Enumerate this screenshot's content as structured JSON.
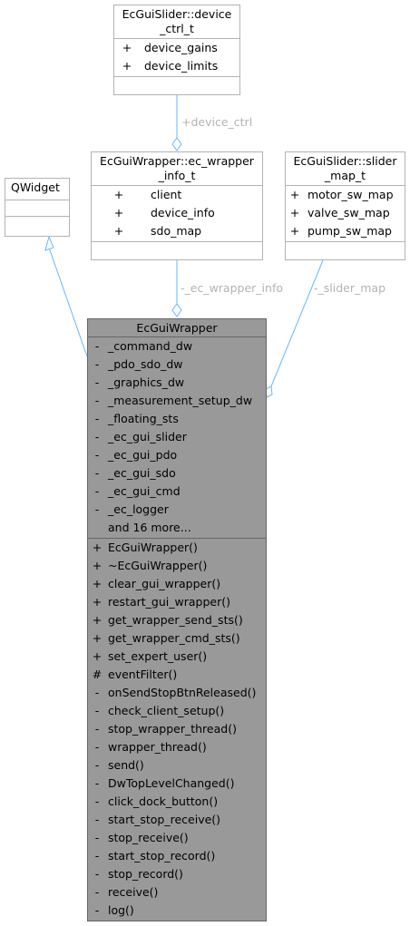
{
  "classes": {
    "device_ctrl": {
      "title_lines": [
        "EcGuiSlider::device",
        "_ctrl_t"
      ],
      "attributes": [
        {
          "vis": "+",
          "name": "device_gains"
        },
        {
          "vis": "+",
          "name": "device_limits"
        }
      ]
    },
    "wrapper_info": {
      "title_lines": [
        "EcGuiWrapper::ec_wrapper",
        "_info_t"
      ],
      "attributes": [
        {
          "vis": "+",
          "name": "client"
        },
        {
          "vis": "+",
          "name": "device_info"
        },
        {
          "vis": "+",
          "name": "sdo_map"
        }
      ]
    },
    "slider_map": {
      "title_lines": [
        "EcGuiSlider::slider",
        "_map_t"
      ],
      "attributes": [
        {
          "vis": "+",
          "name": "motor_sw_map"
        },
        {
          "vis": "+",
          "name": "valve_sw_map"
        },
        {
          "vis": "+",
          "name": "pump_sw_map"
        }
      ]
    },
    "qwidget": {
      "title": "QWidget"
    },
    "main": {
      "title": "EcGuiWrapper",
      "attributes": [
        {
          "vis": "-",
          "name": "_command_dw"
        },
        {
          "vis": "-",
          "name": "_pdo_sdo_dw"
        },
        {
          "vis": "-",
          "name": "_graphics_dw"
        },
        {
          "vis": "-",
          "name": "_measurement_setup_dw"
        },
        {
          "vis": "-",
          "name": "_floating_sts"
        },
        {
          "vis": "-",
          "name": "_ec_gui_slider"
        },
        {
          "vis": "-",
          "name": "_ec_gui_pdo"
        },
        {
          "vis": "-",
          "name": "_ec_gui_sdo"
        },
        {
          "vis": "-",
          "name": "_ec_gui_cmd"
        },
        {
          "vis": "-",
          "name": "_ec_logger"
        },
        {
          "vis": "",
          "name": "and 16 more..."
        }
      ],
      "methods": [
        {
          "vis": "+",
          "name": "EcGuiWrapper()"
        },
        {
          "vis": "+",
          "name": "~EcGuiWrapper()"
        },
        {
          "vis": "+",
          "name": "clear_gui_wrapper()"
        },
        {
          "vis": "+",
          "name": "restart_gui_wrapper()"
        },
        {
          "vis": "+",
          "name": "get_wrapper_send_sts()"
        },
        {
          "vis": "+",
          "name": "get_wrapper_cmd_sts()"
        },
        {
          "vis": "+",
          "name": "set_expert_user()"
        },
        {
          "vis": "#",
          "name": "eventFilter()"
        },
        {
          "vis": "-",
          "name": "onSendStopBtnReleased()"
        },
        {
          "vis": "-",
          "name": "check_client_setup()"
        },
        {
          "vis": "-",
          "name": "stop_wrapper_thread()"
        },
        {
          "vis": "-",
          "name": "wrapper_thread()"
        },
        {
          "vis": "-",
          "name": "send()"
        },
        {
          "vis": "-",
          "name": "DwTopLevelChanged()"
        },
        {
          "vis": "-",
          "name": "click_dock_button()"
        },
        {
          "vis": "-",
          "name": "start_stop_receive()"
        },
        {
          "vis": "-",
          "name": "stop_receive()"
        },
        {
          "vis": "-",
          "name": "start_stop_record()"
        },
        {
          "vis": "-",
          "name": "stop_record()"
        },
        {
          "vis": "-",
          "name": "receive()"
        },
        {
          "vis": "-",
          "name": "log()"
        }
      ]
    }
  },
  "edge_labels": {
    "device_ctrl": "+device_ctrl",
    "wrapper_info": "-_ec_wrapper_info",
    "slider_map": "-_slider_map"
  },
  "colors": {
    "edge": "#63b8ff",
    "muted_text": "#b3b3b3",
    "main_fill": "#999999"
  }
}
